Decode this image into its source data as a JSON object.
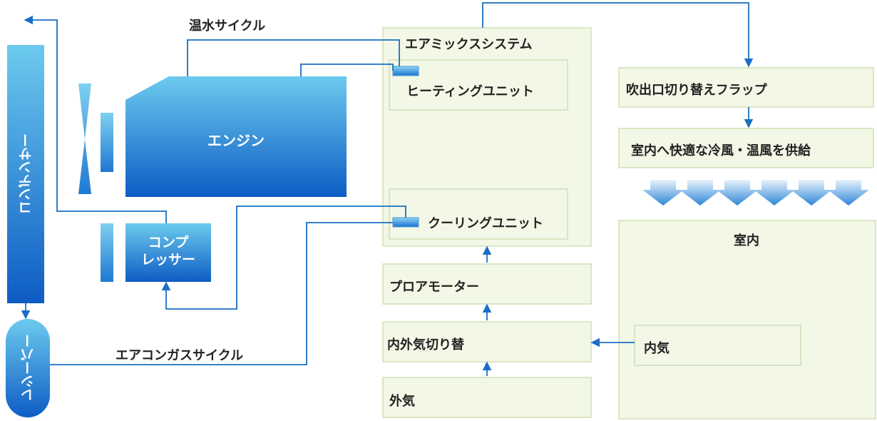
{
  "labels": {
    "hot_water_cycle": "温水サイクル",
    "refrigerant_cycle": "エアコンガスサイクル",
    "air_mix_system": "エアミックスシステム",
    "heating_unit": "ヒーティングユニット",
    "cooling_unit": "クーリングユニット",
    "blower_motor": "プロアモーター",
    "intake_switch": "内外気切り替",
    "outside_air": "外気",
    "outlet_flap": "吹出口切り替えフラップ",
    "supply": "室内へ快適な冷風・温風を供給",
    "cabin": "室内",
    "inside_air": "内気",
    "engine": "エンジン",
    "compressor_line1": "コンプ",
    "compressor_line2": "レッサー",
    "condenser": "コンデンサー",
    "receiver": "レシーバー"
  },
  "colors": {
    "line": "#1a6fc4",
    "box_fill": "#f2f7e6",
    "box_border": "#cfe0b4",
    "blue_top": "#6cc7ec",
    "blue_bottom": "#0f5fc6"
  }
}
